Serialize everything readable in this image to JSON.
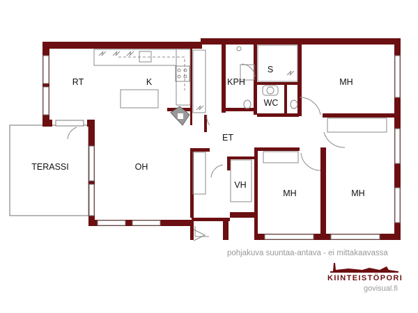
{
  "colors": {
    "wall": "#6b0f12",
    "fixture": "#888888",
    "text": "#111111",
    "note": "#999999"
  },
  "rooms": {
    "rt": "RT",
    "k": "K",
    "kph": "KPH",
    "s": "S",
    "mh1": "MH",
    "wc": "WC",
    "et": "ET",
    "terassi": "TERASSI",
    "oh": "OH",
    "vh": "VH",
    "mh2": "MH",
    "mh3": "MH"
  },
  "footer": {
    "note": "pohjakuva suuntaa-antava - ei mittakaavassa",
    "brand": "KIINTEISTÖPORI",
    "site": "govisual.fi"
  }
}
